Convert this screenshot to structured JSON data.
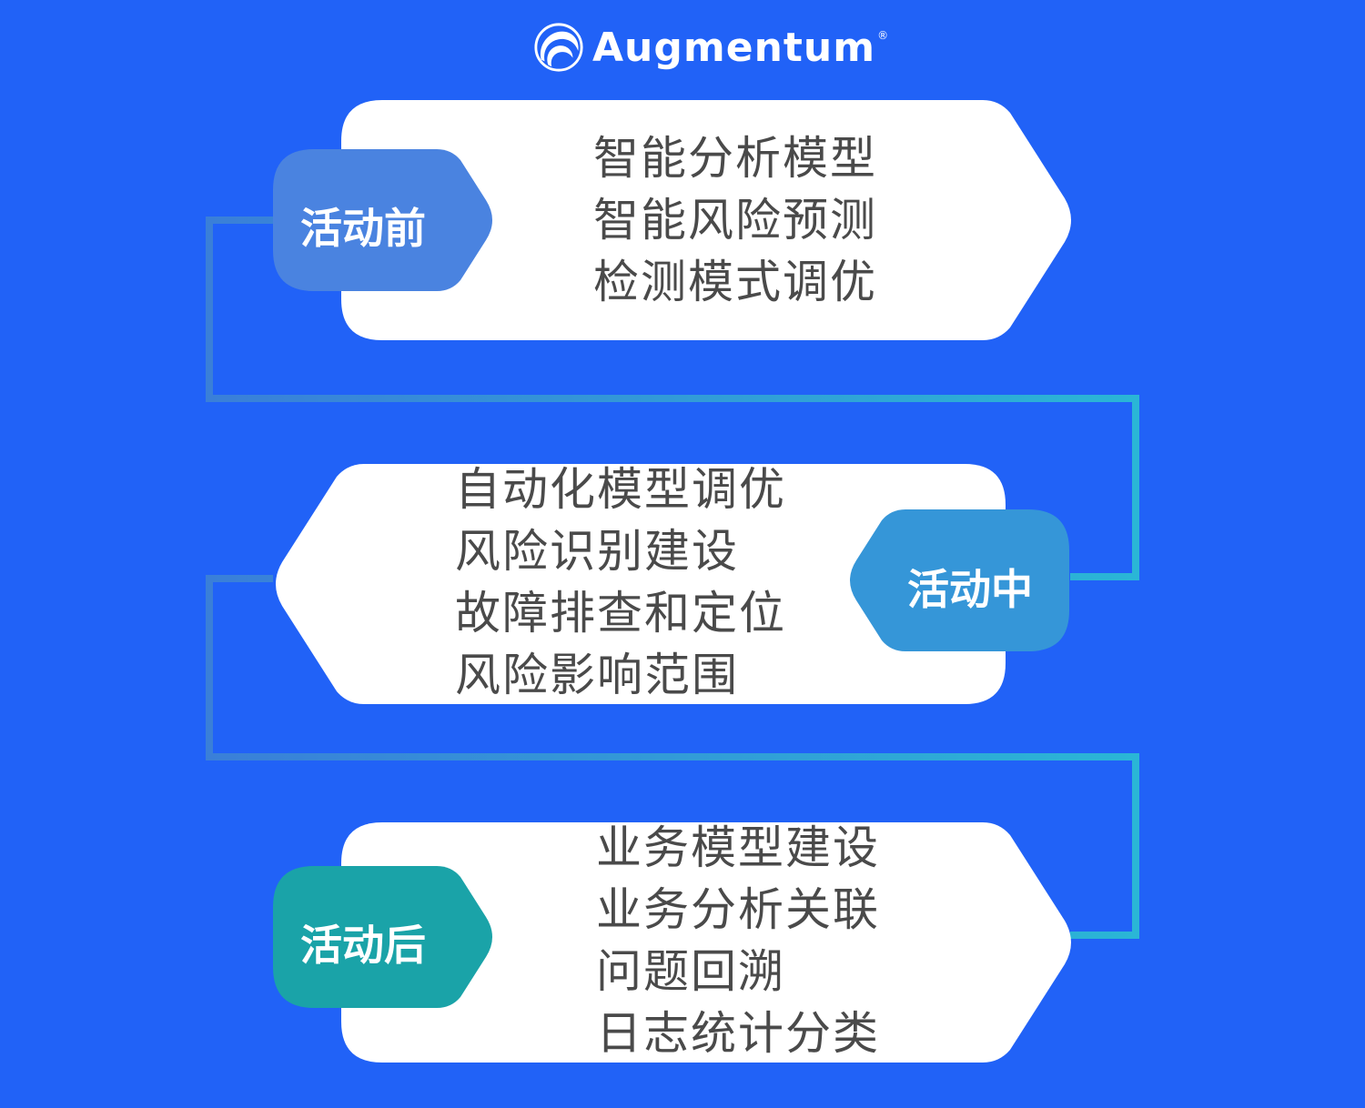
{
  "logo": {
    "icon": "augmentum-swirl-logo",
    "name": "Augmentum",
    "registered": "®"
  },
  "stages": [
    {
      "label": "活动前",
      "items": [
        "智能分析模型",
        "智能风险预测",
        "检测模式调优"
      ],
      "badge_color": "#4a83e0"
    },
    {
      "label": "活动中",
      "items": [
        "自动化模型调优",
        "风险识别建设",
        "故障排查和定位",
        "风险影响范围"
      ],
      "badge_color": "#3596d8"
    },
    {
      "label": "活动后",
      "items": [
        "业务模型建设",
        "业务分析关联",
        "问题回溯",
        "日志统计分类"
      ],
      "badge_color": "#1aa3a8"
    }
  ],
  "colors": {
    "background": "#2162f7",
    "card": "#ffffff",
    "connector": "#3a8fd6",
    "text": "#4a4a4a"
  }
}
